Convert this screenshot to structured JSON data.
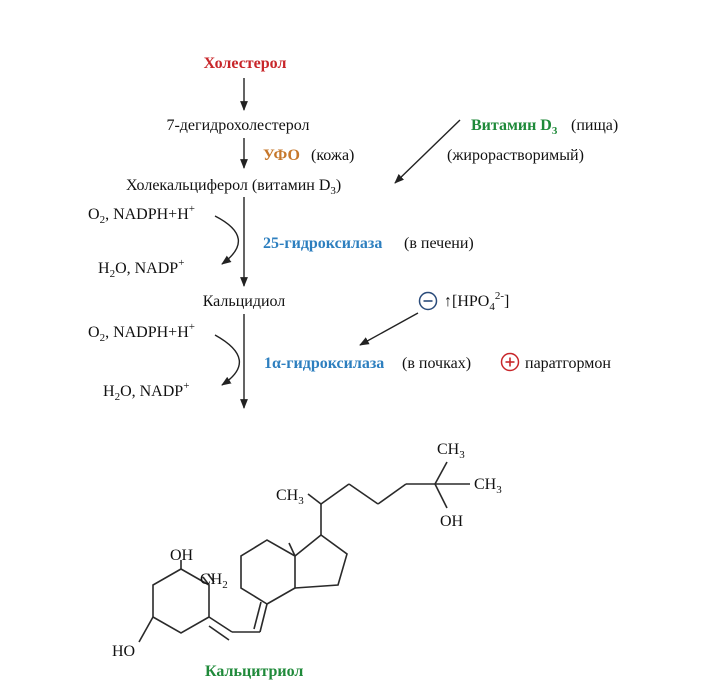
{
  "pathway": {
    "cholesterol": "Холестерол",
    "dehydro": "7-дегидрохолестерол",
    "uv_label": "УФО",
    "uv_site": "(кожа)",
    "vitamin_d3": "Витамин D",
    "vitamin_d3_sub": "3",
    "vitamin_d3_source": "(пища)",
    "fat_soluble": "(жирорастворимый)",
    "cholecalciferol": "Холекальциферол (витамин D",
    "cholecalciferol_sub": "3",
    "cholecalciferol_end": ")",
    "cofactor_in_1": "O",
    "cofactor_in_1_sub": "2",
    "cofactor_in_1_rest": ", NADPH+H",
    "cofactor_in_1_sup": "+",
    "cofactor_out_1": "H",
    "cofactor_out_1_sub": "2",
    "cofactor_out_1_rest": "O, NADP",
    "cofactor_out_1_sup": "+",
    "enzyme_1": "25-гидроксилаза",
    "enzyme_1_site": "(в печени)",
    "calcidiol": "Кальцидиол",
    "cofactor_in_2": "O",
    "cofactor_in_2_sub": "2",
    "cofactor_in_2_rest": ", NADPH+H",
    "cofactor_in_2_sup": "+",
    "cofactor_out_2": "H",
    "cofactor_out_2_sub": "2",
    "cofactor_out_2_rest": "O, NADP",
    "cofactor_out_2_sup": "+",
    "enzyme_2": "1α-гидроксилаза",
    "enzyme_2_site": "(в почках)",
    "minus_sign": "−",
    "phosphate_pre": "↑[HPO",
    "phosphate_sub": "4",
    "phosphate_sup": "2-",
    "phosphate_post": "]",
    "plus_sign": "+",
    "pth": "паратгормон"
  },
  "structure": {
    "ch3_top": "CH",
    "ch3_top_sub": "3",
    "ch3_right": "CH",
    "ch3_right_sub": "3",
    "ch3_left": "CH",
    "ch3_left_sub": "3",
    "oh_side": "OH",
    "oh_ring": "OH",
    "ch2": "CH",
    "ch2_sub": "2",
    "ho": "HO",
    "name": "Кальцитриол"
  },
  "colors": {
    "red": "#c8262a",
    "green": "#1f8a3a",
    "orange": "#c6772b",
    "blue": "#2d7fbf"
  }
}
